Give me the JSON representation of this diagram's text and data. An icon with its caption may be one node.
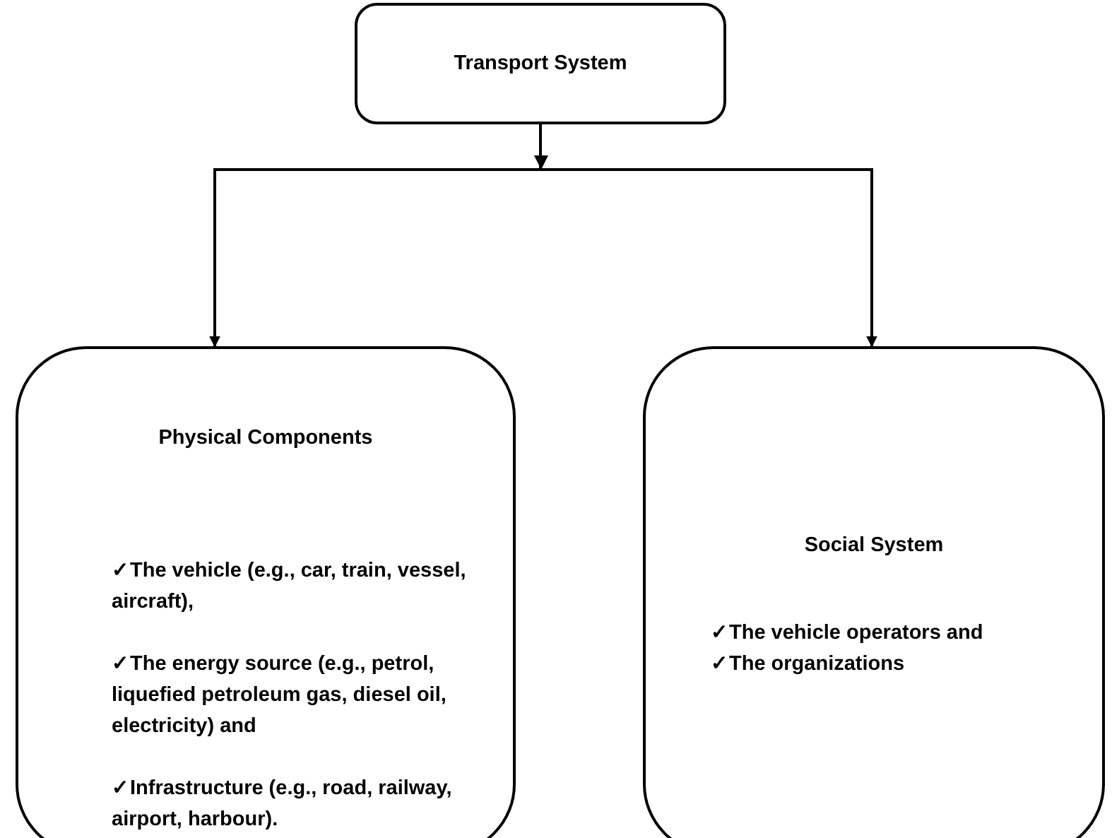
{
  "diagram": {
    "nodes": [
      {
        "text": [
          "Transport System"
        ]
      },
      {
        "text": [
          "Physical Components",
          "✓The vehicle (e.g., car, train, vessel, aircraft),",
          "✓The energy source (e.g., petrol, liquefied petroleum gas, diesel oil, electricity) and",
          "✓Infrastructure (e.g., road, railway, airport, harbour)."
        ]
      },
      {
        "text": [
          "Social System",
          "✓The vehicle operators and",
          "✓The organizations"
        ]
      }
    ],
    "edges": [
      {
        "from": 0,
        "to": 1,
        "arrow": "to"
      },
      {
        "from": 0,
        "to": 2,
        "arrow": "to"
      }
    ]
  }
}
